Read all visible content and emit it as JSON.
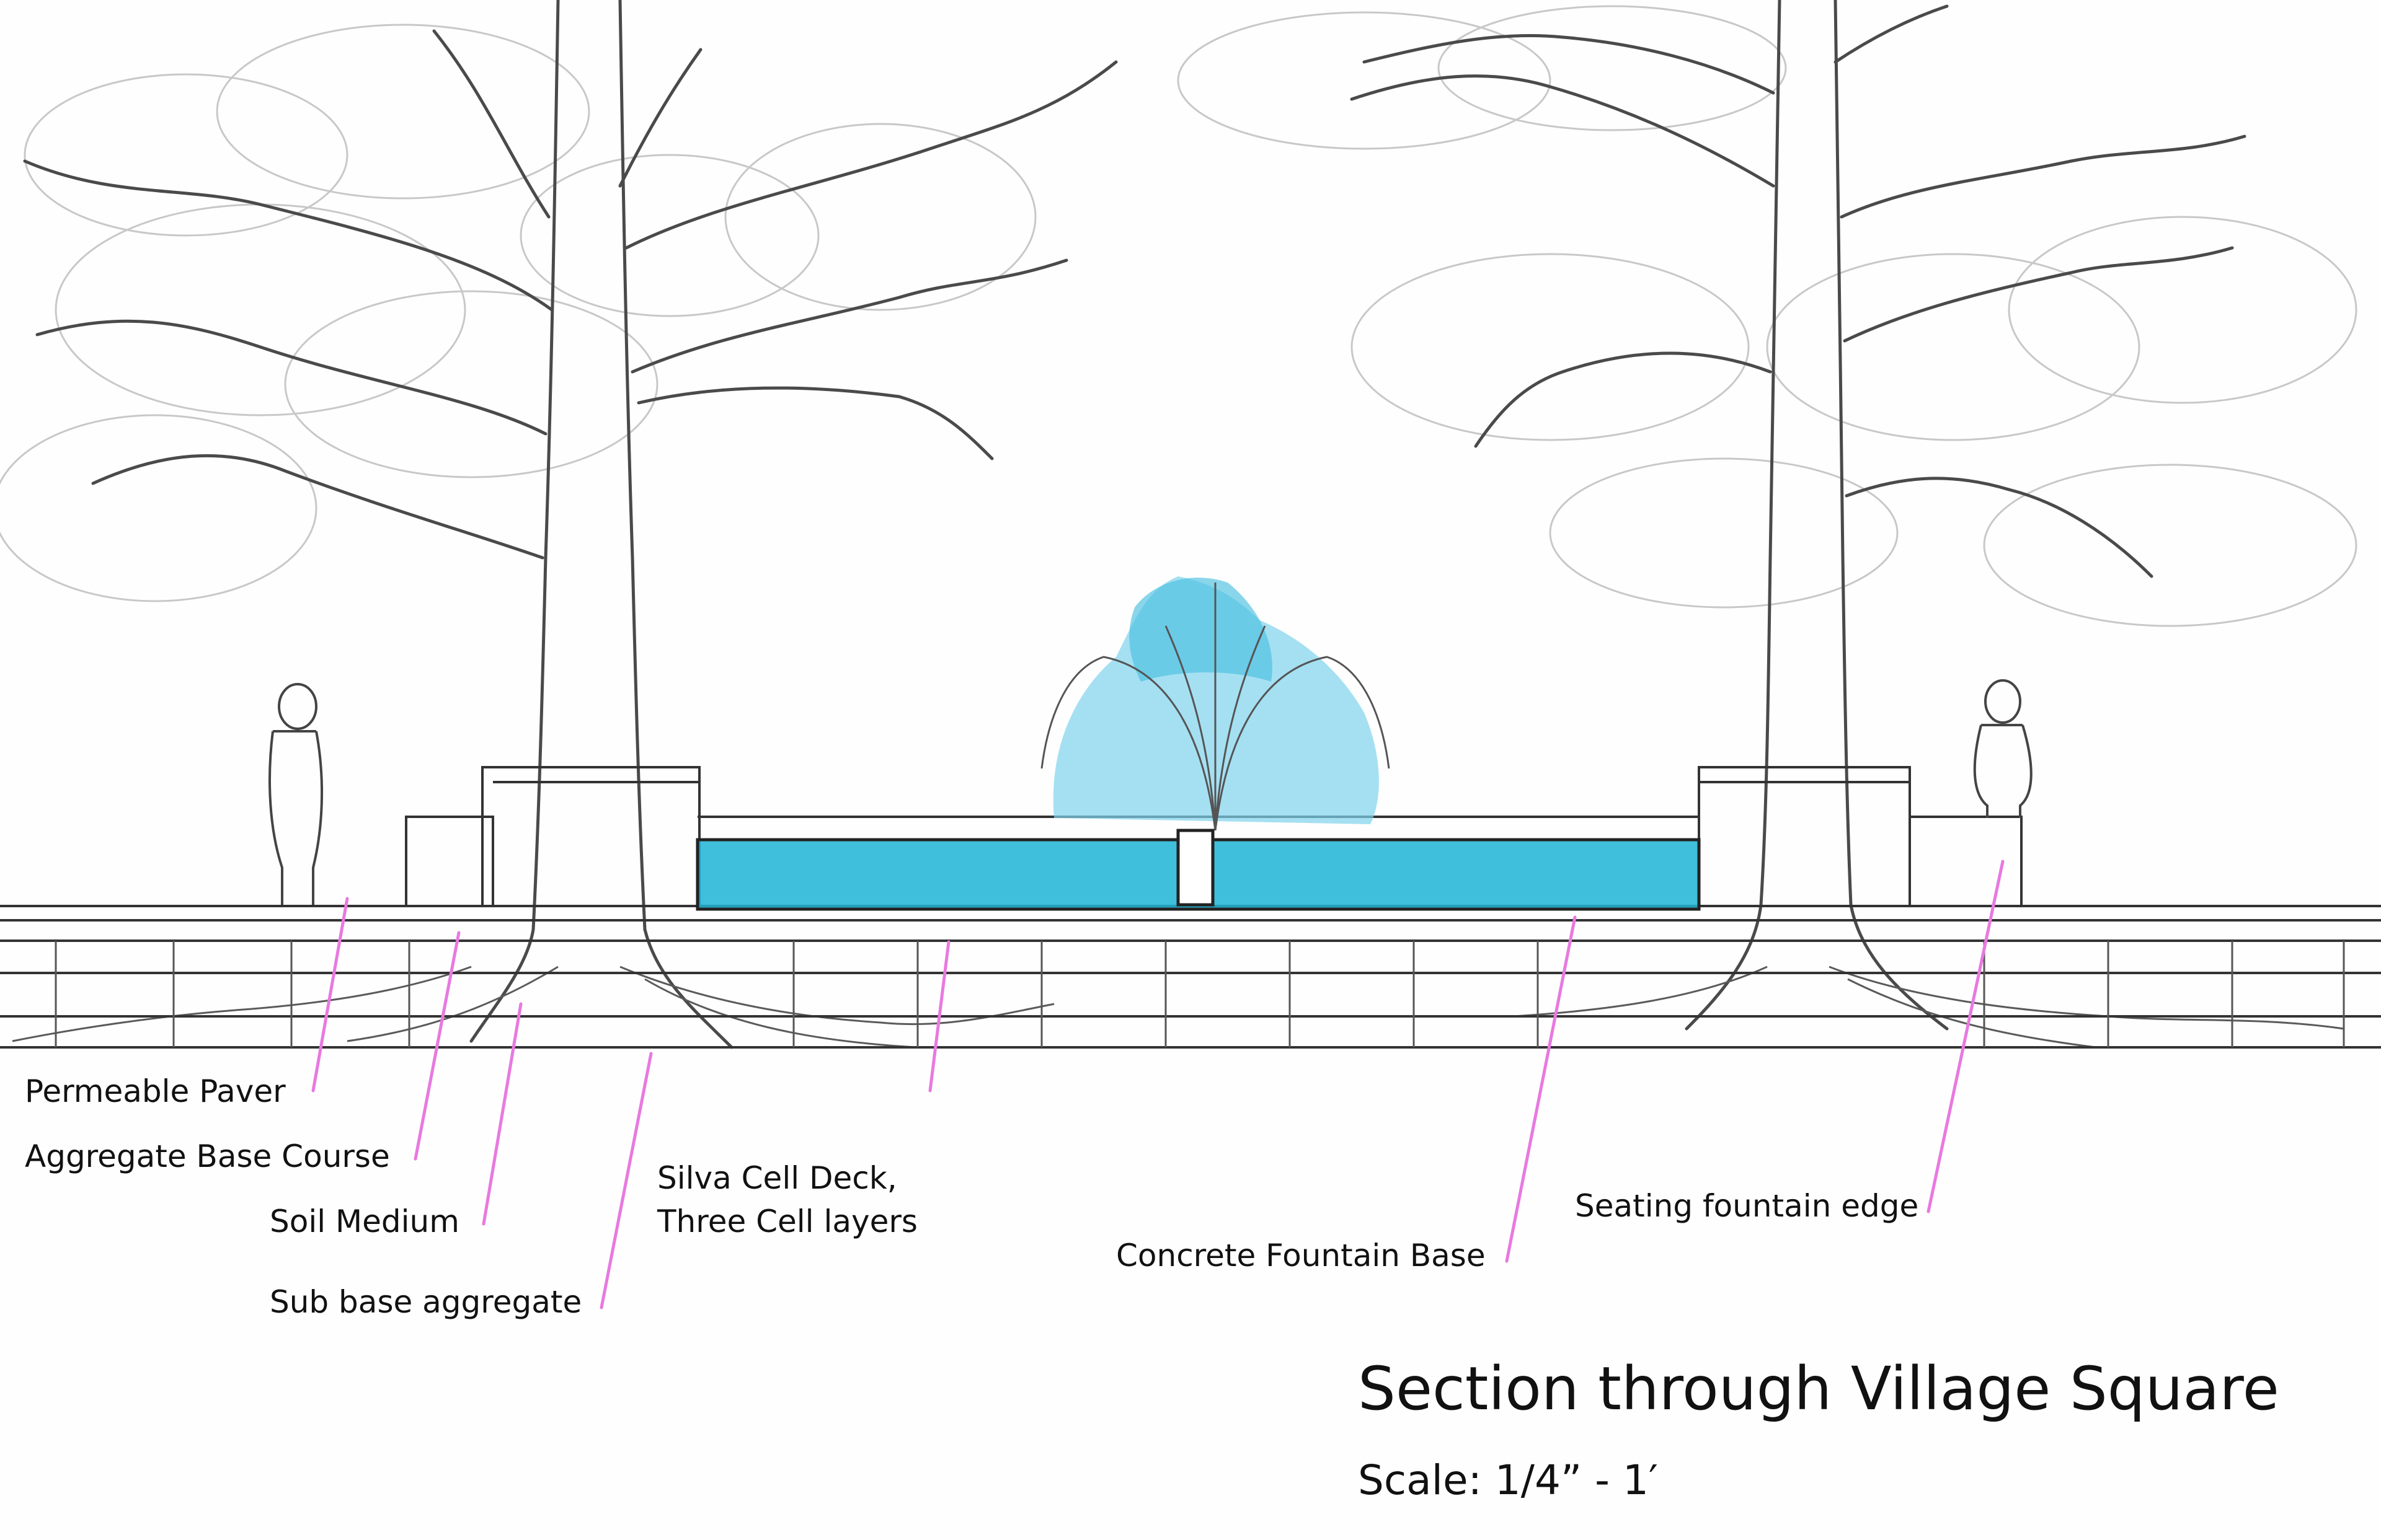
{
  "title": "Section through Village Square",
  "scale": "Scale: 1/4” - 1′",
  "callouts": {
    "permeable_paver": "Permeable Paver",
    "aggregate_base_course": "Aggregate Base Course",
    "soil_medium": "Soil Medium",
    "sub_base_aggregate": "Sub base aggregate",
    "silva_cell_line1": "Silva Cell Deck,",
    "silva_cell_line2": "Three Cell layers",
    "concrete_fountain_base": "Concrete Fountain Base",
    "seating_fountain_edge": "Seating fountain edge"
  },
  "colors": {
    "leader_line": "#e879e0",
    "water": "#1fb4d6",
    "pencil": "#333333"
  }
}
